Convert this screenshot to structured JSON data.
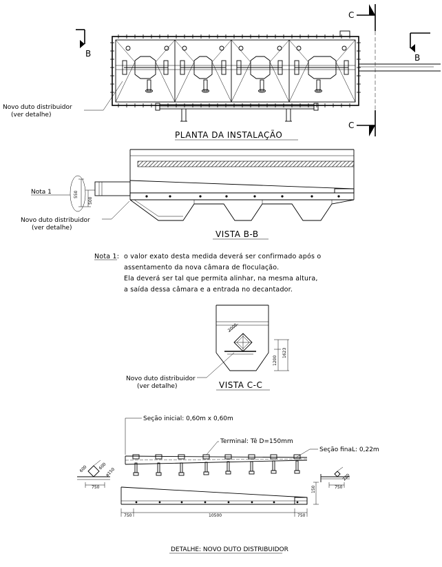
{
  "sections": {
    "c_top": "C",
    "c_bottom": "C",
    "b_left": "B",
    "b_right": "B"
  },
  "planta": {
    "title": "PLANTA DA INSTALAÇÃO",
    "leader_line1": "Novo duto distribuidor",
    "leader_line2": "(ver detalhe)"
  },
  "vista_bb": {
    "title": "VISTA B-B",
    "nota_label": "Nota 1",
    "dim_550": "550",
    "dim_500": "500",
    "leader_line1": "Novo duto distribuidor",
    "leader_line2": "(ver detalhe)"
  },
  "note": {
    "label": "Nota 1:",
    "line1": "o valor exato desta medida deverá ser confirmado após o",
    "line2": "assentamento da nova câmara de floculação.",
    "line3": "Ela deverá ser tal que permita alinhar, na mesma altura,",
    "line4": "a saída dessa câmara e a entrada no decantador."
  },
  "vista_cc": {
    "title": "VISTA C-C",
    "dim_1200": "1200",
    "dim_1623": "1623",
    "dim_2000": "2000",
    "leader_line1": "Novo duto distribuidor",
    "leader_line2": "(ver detalhe)"
  },
  "detalhe": {
    "title": "DETALHE: NOVO DUTO DISTRIBUIDOR",
    "secao_inicial": "Seção inicial: 0,60m x 0,60m",
    "terminal": "Terminal:  Tê D=150mm",
    "secao_final": "Seção finaL: 0,22m",
    "dim_750_left": "750",
    "dim_10500": "10500",
    "dim_750_right": "750",
    "dim_150": "150",
    "dim_600a": "600",
    "dim_600b": "600",
    "dim_phi150": "ø150",
    "dim_750_sec_left": "750",
    "dim_750_sec_right": "750",
    "dim_220": "220"
  },
  "colors": {
    "line": "#000000",
    "background": "#ffffff"
  }
}
